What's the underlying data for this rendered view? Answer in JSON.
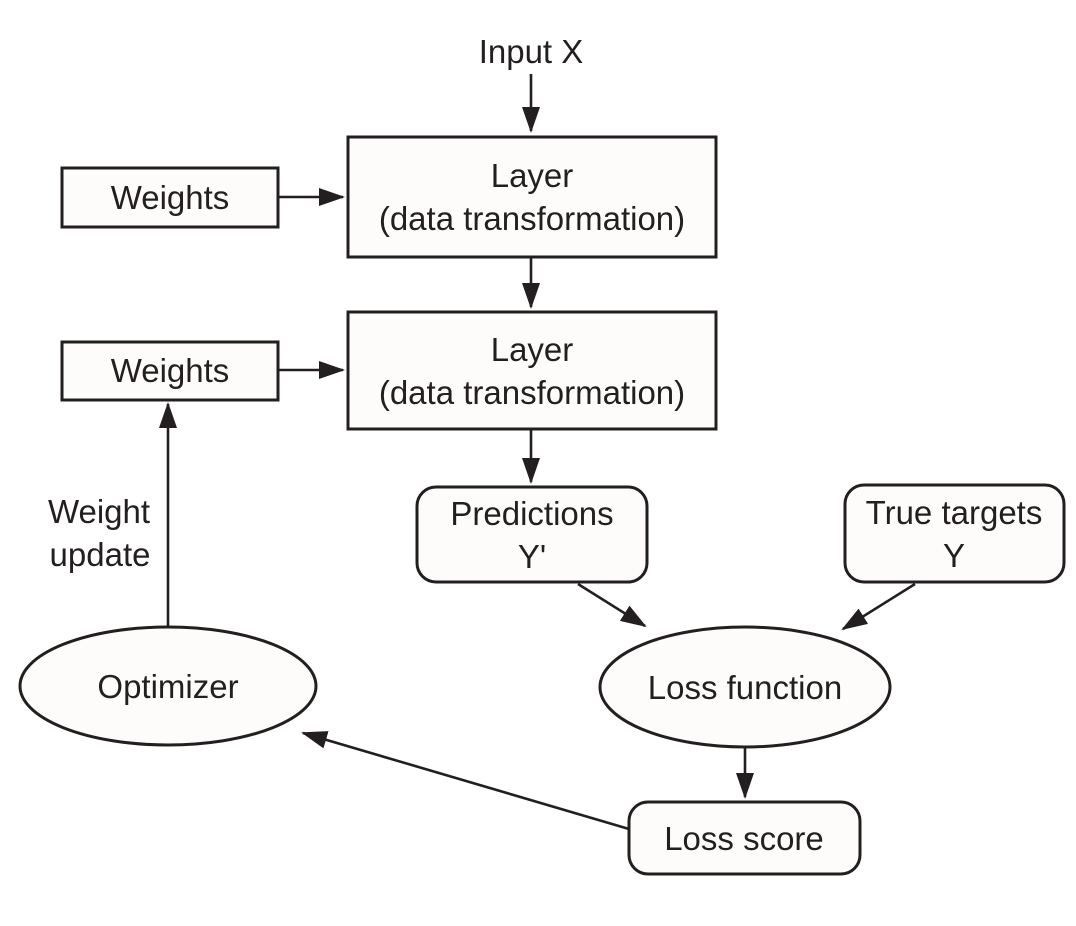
{
  "nodes": {
    "input": {
      "label": "Input X"
    },
    "weights1": {
      "label": "Weights"
    },
    "layer1": {
      "line1": "Layer",
      "line2": "(data transformation)"
    },
    "weights2": {
      "label": "Weights"
    },
    "layer2": {
      "line1": "Layer",
      "line2": "(data transformation)"
    },
    "predictions": {
      "line1": "Predictions",
      "line2": "Y'"
    },
    "true_targets": {
      "line1": "True targets",
      "line2": "Y"
    },
    "loss_function": {
      "label": "Loss function"
    },
    "optimizer": {
      "label": "Optimizer"
    },
    "loss_score": {
      "label": "Loss score"
    },
    "weight_update": {
      "line1": "Weight",
      "line2": "update"
    }
  },
  "colors": {
    "stroke": "#231f20",
    "node_fill": "#fdfcfa",
    "text": "#231f20",
    "background": "#ffffff"
  }
}
